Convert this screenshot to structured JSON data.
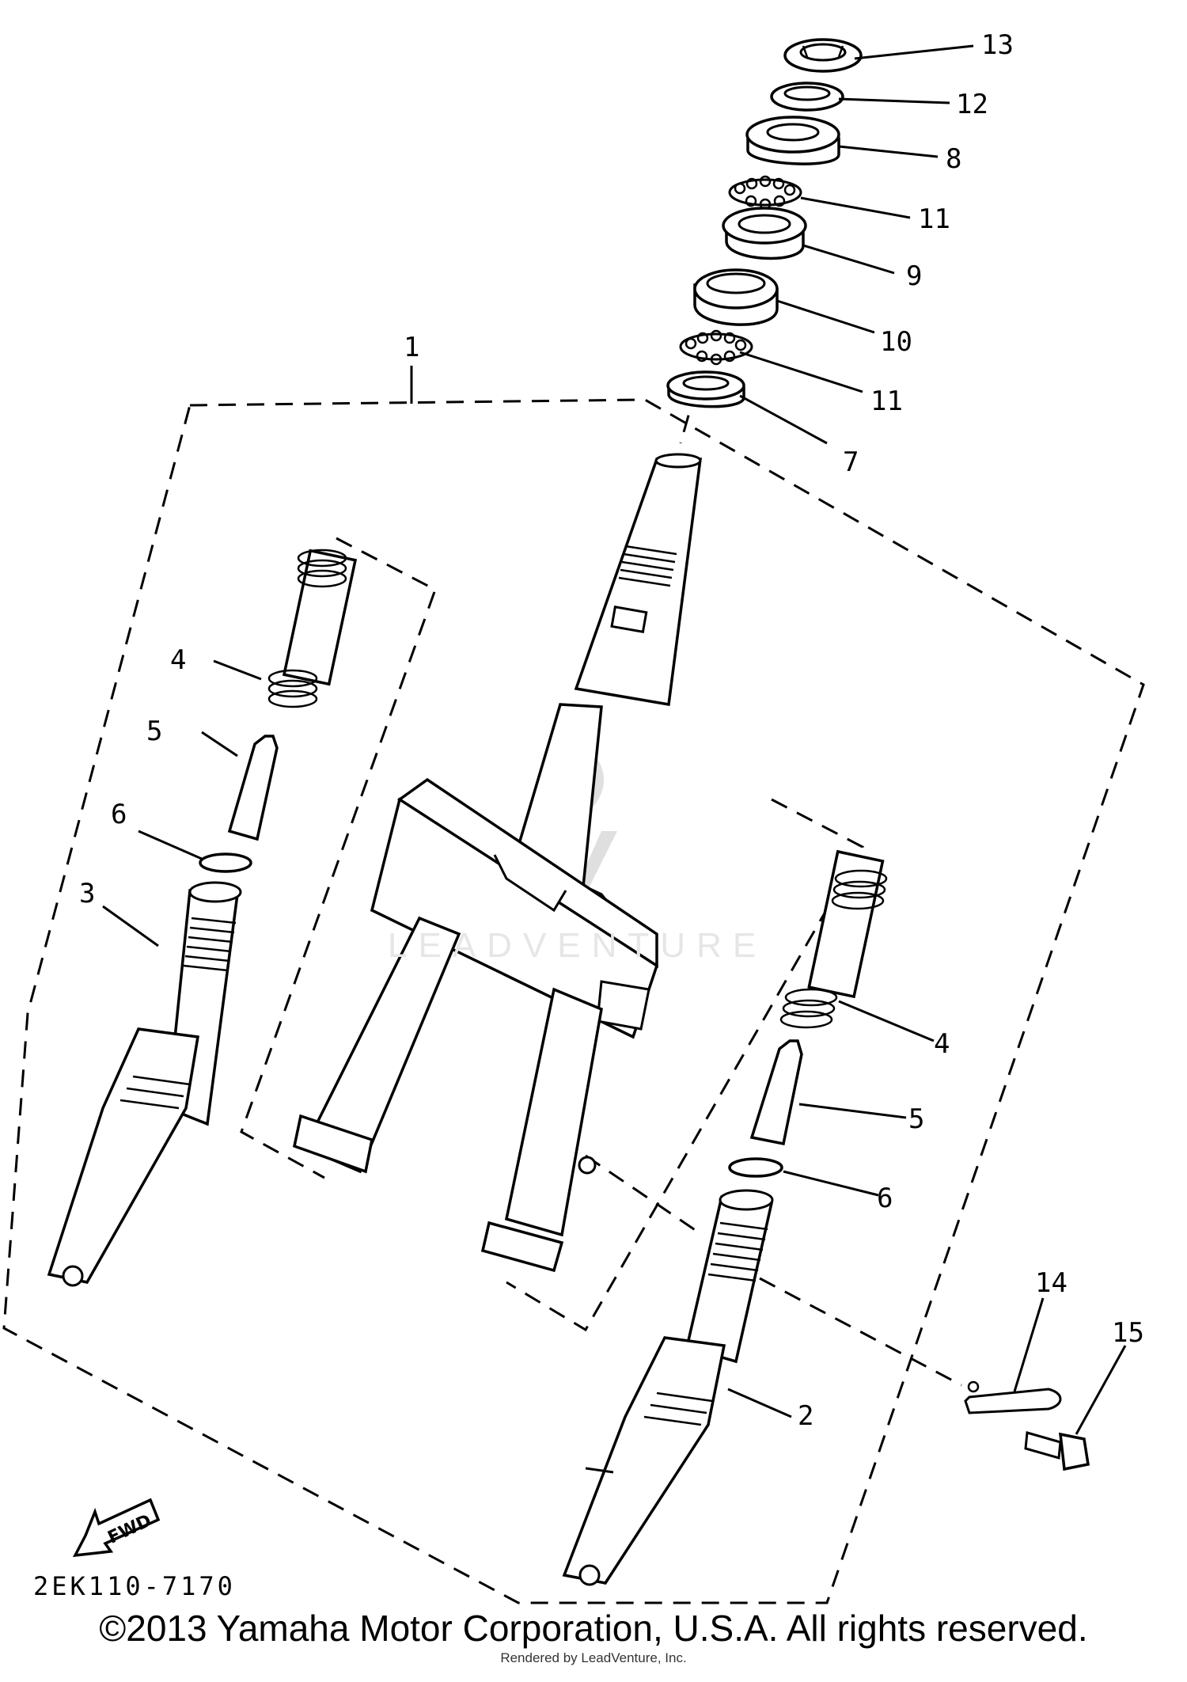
{
  "diagram": {
    "callouts": {
      "c1": "1",
      "c2": "2",
      "c3": "3",
      "c4a": "4",
      "c4b": "4",
      "c5a": "5",
      "c5b": "5",
      "c6a": "6",
      "c6b": "6",
      "c7": "7",
      "c8": "8",
      "c9": "9",
      "c10": "10",
      "c11a": "11",
      "c11b": "11",
      "c12": "12",
      "c13": "13",
      "c14": "14",
      "c15": "15"
    },
    "fwd_label": "FWD",
    "code": "2EK110-7170",
    "watermark": "LEADVENTURE"
  },
  "footer": {
    "copyright": "©2013 Yamaha Motor Corporation, U.S.A. All rights reserved.",
    "rendered_by": "Rendered by LeadVenture, Inc."
  }
}
